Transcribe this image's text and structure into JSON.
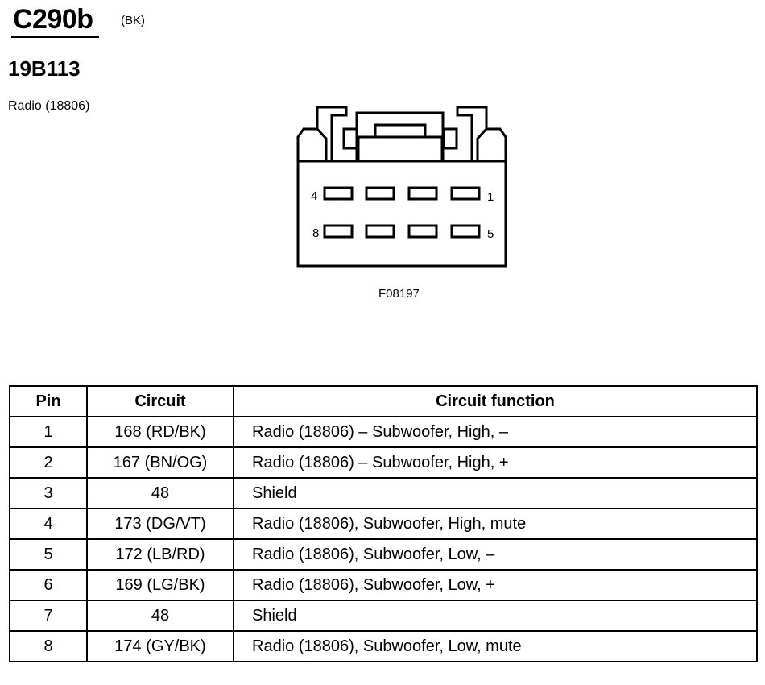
{
  "header": {
    "connector_id": "C290b",
    "color": "(BK)",
    "part_number": "19B113",
    "component": "Radio (18806)"
  },
  "diagram": {
    "pin_labels": {
      "top_left": "4",
      "top_right": "1",
      "bottom_left": "8",
      "bottom_right": "5"
    },
    "figure_id": "F08197"
  },
  "table": {
    "headers": [
      "Pin",
      "Circuit",
      "Circuit function"
    ],
    "rows": [
      {
        "pin": "1",
        "circuit": "168 (RD/BK)",
        "function": "Radio (18806) – Subwoofer, High, –"
      },
      {
        "pin": "2",
        "circuit": "167 (BN/OG)",
        "function": "Radio (18806) – Subwoofer, High, +"
      },
      {
        "pin": "3",
        "circuit": "48",
        "function": "Shield"
      },
      {
        "pin": "4",
        "circuit": "173 (DG/VT)",
        "function": "Radio (18806), Subwoofer, High, mute"
      },
      {
        "pin": "5",
        "circuit": "172 (LB/RD)",
        "function": "Radio (18806), Subwoofer, Low, –"
      },
      {
        "pin": "6",
        "circuit": "169 (LG/BK)",
        "function": "Radio (18806), Subwoofer, Low, +"
      },
      {
        "pin": "7",
        "circuit": "48",
        "function": "Shield"
      },
      {
        "pin": "8",
        "circuit": "174 (GY/BK)",
        "function": "Radio (18806), Subwoofer, Low, mute"
      }
    ]
  }
}
